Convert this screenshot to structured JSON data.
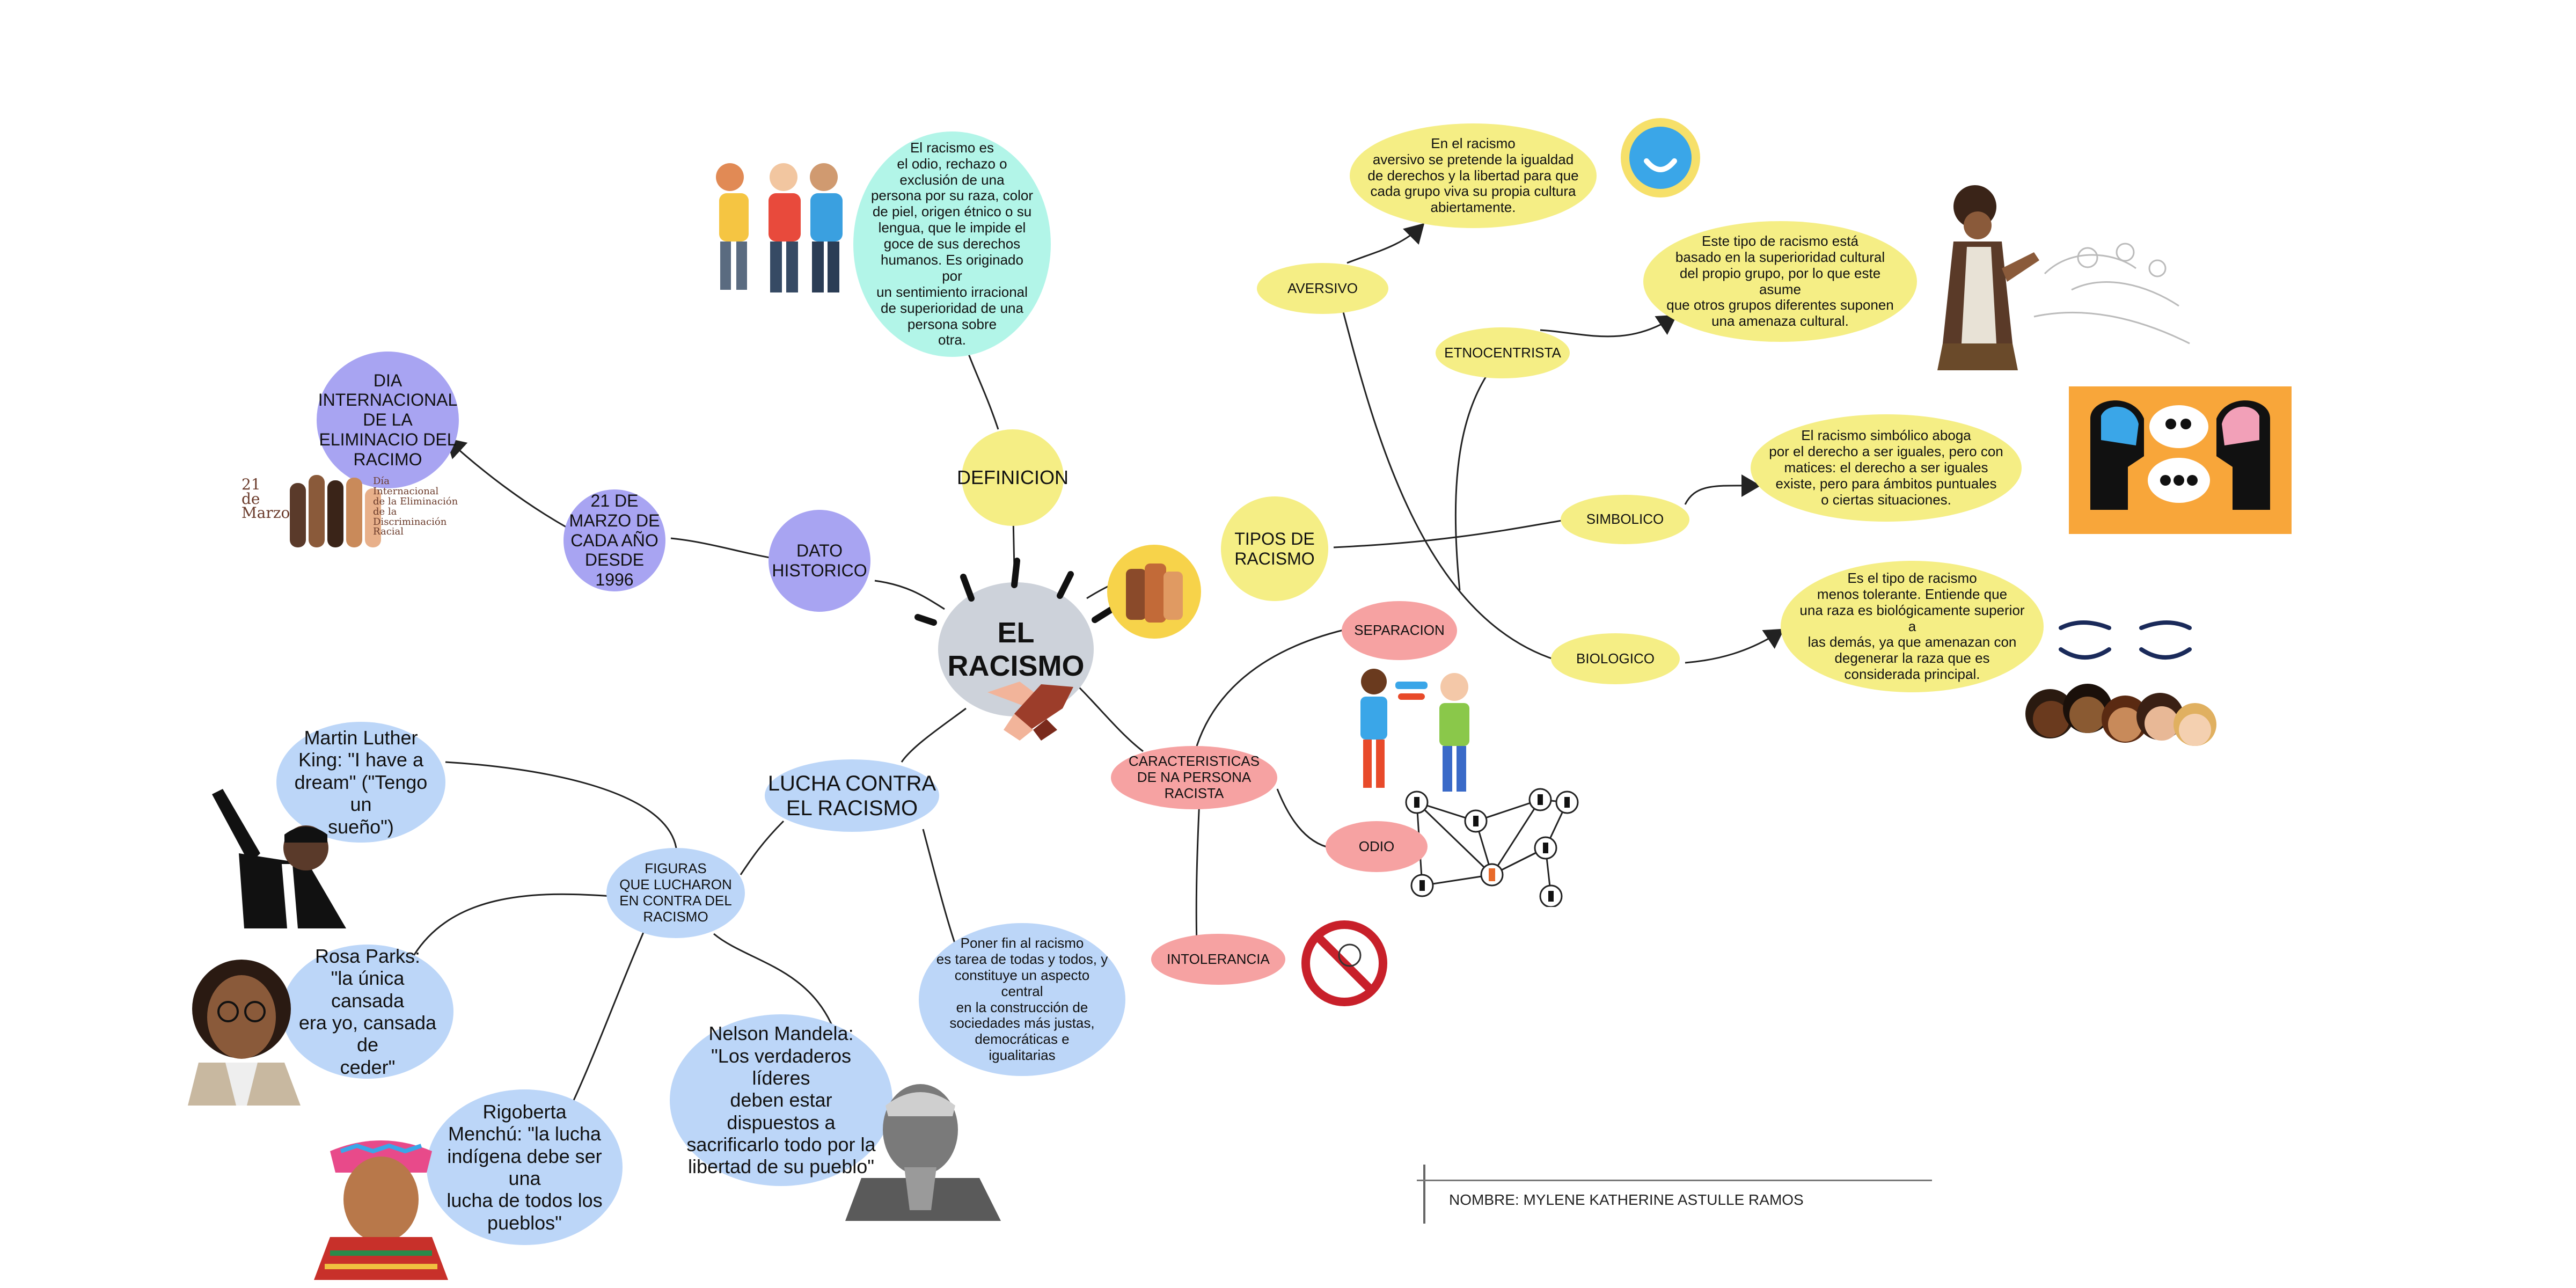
{
  "title": "EL RACISMO",
  "author": "NOMBRE: MYLENE KATHERINE ASTULLE RAMOS",
  "definition": {
    "label": "DEFINICION",
    "text": "El racismo es\nel odio, rechazo o\nexclusión de una\npersona por su raza, color\nde piel, origen étnico o su\nlengua, que le impide el\ngoce de sus derechos\nhumanos. Es originado por\nun sentimiento irracional\nde superioridad de una\npersona sobre\notra."
  },
  "historic": {
    "label": "DATO\nHISTORICO",
    "date": "21 DE\nMARZO DE\nCADA AÑO\nDESDE 1996",
    "day": "DIA\nINTERNACIONAL\nDE LA\nELIMINACIO DEL\nRACIMO",
    "badge_date": "21\nde\nMarzo",
    "badge_text": "Día\nInternacional\nde la Eliminación\nde la\nDiscriminación\nRacial"
  },
  "types": {
    "label": "TIPOS DE\nRACISMO",
    "aversivo": {
      "label": "AVERSIVO",
      "text": "En el racismo\naversivo se pretende la igualdad\nde derechos y la libertad para que\ncada grupo viva su propia cultura\nabiertamente."
    },
    "etnocentrista": {
      "label": "ETNOCENTRISTA",
      "text": "Este tipo de racismo está\nbasado en la superioridad cultural\ndel propio grupo, por lo que este asume\nque otros grupos diferentes suponen\nuna amenaza cultural."
    },
    "simbolico": {
      "label": "SIMBOLICO",
      "text": "El racismo simbólico aboga\npor el derecho a ser iguales, pero con\nmatices: el derecho a ser iguales\nexiste, pero para ámbitos puntuales\no ciertas situaciones."
    },
    "biologico": {
      "label": "BIOLOGICO",
      "text": "Es el tipo de racismo\nmenos tolerante. Entiende que\nuna raza es biológicamente superior a\nlas demás, ya que amenazan con\ndegenerar la raza que es\nconsiderada principal."
    }
  },
  "characteristics": {
    "label": "CARACTERISTICAS\nDE NA PERSONA\nRACISTA",
    "separacion": "SEPARACION",
    "odio": "ODIO",
    "intolerancia": "INTOLERANCIA"
  },
  "fight": {
    "label": "LUCHA CONTRA\nEL RACISMO",
    "figures_label": "FIGURAS\nQUE LUCHARON\nEN CONTRA DEL\nRACISMO",
    "mlk": "Martin Luther\nKing: \"I have a\ndream\" (\"Tengo un\nsueño\")",
    "parks": "Rosa Parks:\n\"la única cansada\nera yo, cansada de\nceder\"",
    "menchu": "Rigoberta\nMenchú: \"la lucha\nindígena debe ser una\nlucha de todos los\npueblos\"",
    "mandela": "Nelson Mandela:\n\"Los verdaderos líderes\ndeben estar dispuestos a\nsacrificarlo todo por la\nlibertad de su pueblo\"",
    "end_text": "Poner fin al racismo\nes tarea de todas y todos, y\nconstituye un aspecto central\nen la construcción de\nsociedades más justas,\ndemocráticas e\nigualitarias"
  },
  "colors": {
    "purple": "#a8a4f2",
    "cyan": "#b2f5e8",
    "yellow": "#f5ee85",
    "red": "#f6a2a2",
    "blue": "#bcd6f8",
    "center": "#cdd2da"
  }
}
